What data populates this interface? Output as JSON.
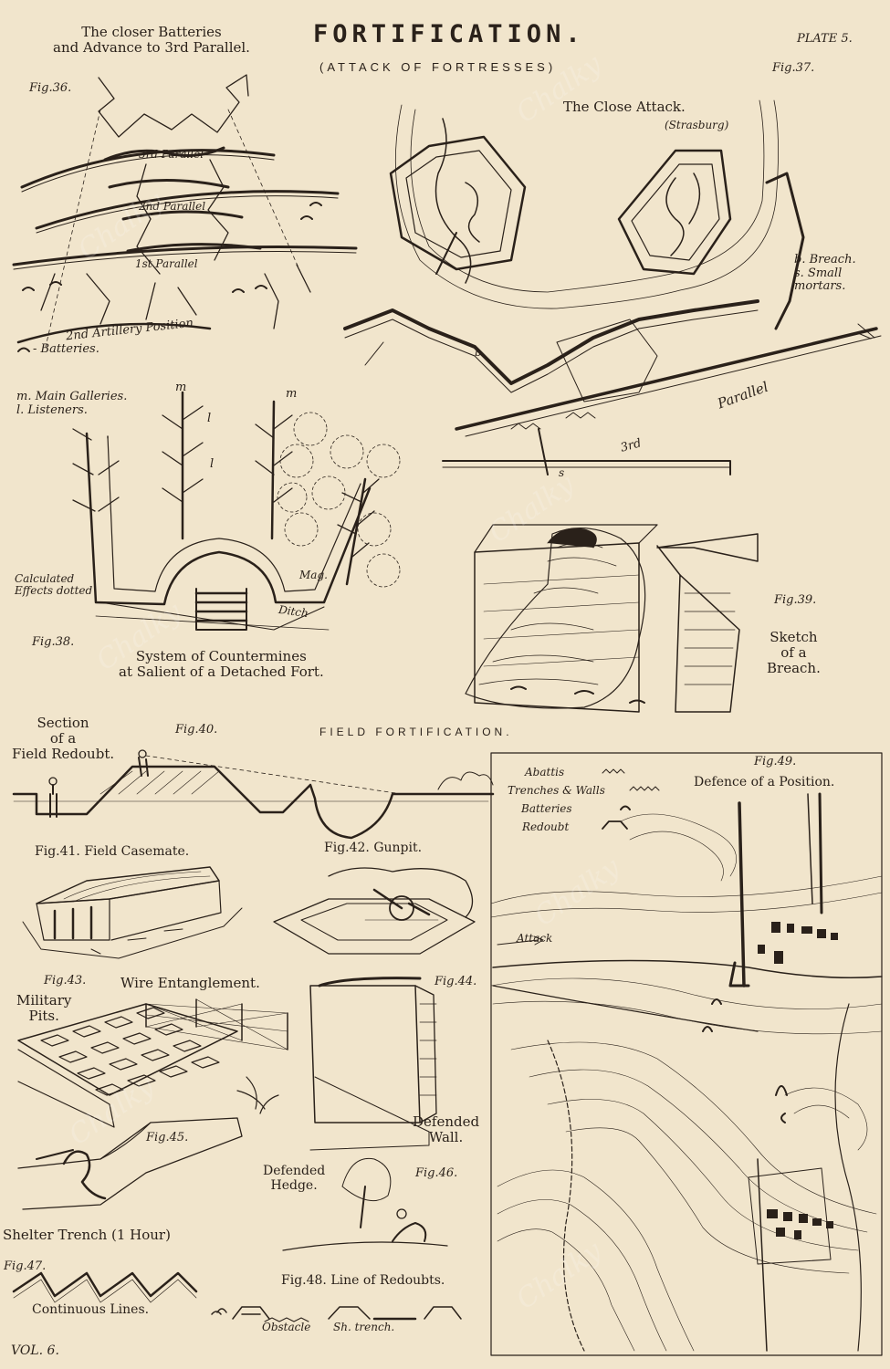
{
  "header": {
    "title": "FORTIFICATION.",
    "subtitle": "(ATTACK OF FORTRESSES)",
    "plate": "PLATE 5.",
    "volume": "VOL. 6."
  },
  "fig36": {
    "fig": "Fig.36.",
    "title": "The closer Batteries\nand Advance to 3rd Parallel.",
    "parallel3": "3rd Parallel",
    "parallel2": "2nd Parallel",
    "parallel1": "1st Parallel",
    "artillery": "2nd Artillery Position",
    "batteries": "- Batteries."
  },
  "fig37": {
    "fig": "Fig.37.",
    "title": "The Close Attack.",
    "place": "(Strasburg)",
    "legend": "b. Breach.\ns. Small\nmortars.",
    "parallel": "Parallel",
    "third": "3rd",
    "mark_s": "s",
    "mark_b": "b"
  },
  "fig38": {
    "fig": "Fig.38.",
    "legend": "m. Main Galleries.\nl. Listeners.",
    "m": "m",
    "l": "l",
    "calc": "Calculated\nEffects dotted",
    "mag": "Mag.",
    "ditch": "Ditch",
    "caption": "System of Countermines\nat Salient of a Detached Fort."
  },
  "fig39": {
    "fig": "Fig.39.",
    "caption": "Sketch\nof a\nBreach."
  },
  "field": {
    "heading": "FIELD FORTIFICATION."
  },
  "fig40": {
    "fig": "Fig.40.",
    "caption": "Section\nof a\nField Redoubt."
  },
  "fig41": {
    "caption": "Fig.41. Field Casemate."
  },
  "fig42": {
    "caption": "Fig.42. Gunpit."
  },
  "fig43": {
    "fig": "Fig.43.",
    "caption": "Military\nPits.",
    "wire": "Wire Entanglement."
  },
  "fig44": {
    "fig": "Fig.44.",
    "caption": "Defended\nWall."
  },
  "fig45": {
    "fig": "Fig.45.",
    "caption": "Shelter Trench (1 Hour)"
  },
  "fig46": {
    "fig": "Fig.46.",
    "caption": "Defended\nHedge."
  },
  "fig47": {
    "fig": "Fig.47.",
    "caption": "Continuous Lines."
  },
  "fig48": {
    "caption": "Fig.48. Line of Redoubts.",
    "obstacle": "Obstacle",
    "trench": "Sh. trench."
  },
  "fig49": {
    "fig": "Fig.49.",
    "title": "Defence of a Position.",
    "legend": [
      "Abattis",
      "Trenches & Walls",
      "Batteries",
      "Redoubt"
    ],
    "attack": "Attack"
  },
  "watermark": "Chalky",
  "colors": {
    "paper": "#f1e5cc",
    "ink": "#2a211a"
  }
}
